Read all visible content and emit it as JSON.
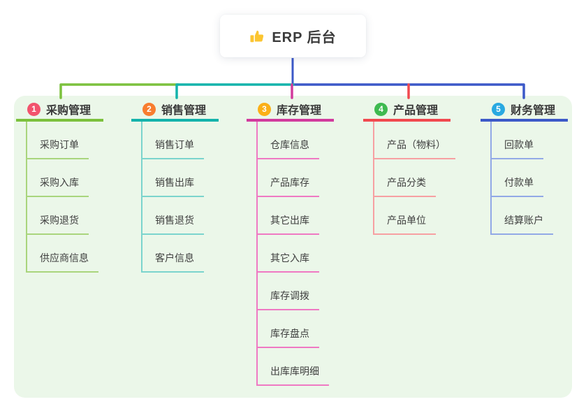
{
  "root": {
    "label": "ERP 后台",
    "icon": "thumbs-up-icon",
    "icon_color": "#fbc531",
    "line_color": "#3c59c8"
  },
  "panel": {
    "background": "#ebf7e9"
  },
  "branches": [
    {
      "badge": "1",
      "title": "采购管理",
      "colors": {
        "main": "#7cc13d",
        "light": "#a9d57d",
        "badge": "#f2536d"
      },
      "items": [
        "采购订单",
        "采购入库",
        "采购退货",
        "供应商信息"
      ]
    },
    {
      "badge": "2",
      "title": "销售管理",
      "colors": {
        "main": "#14b3ab",
        "light": "#7bd4cd",
        "badge": "#f87d2f"
      },
      "items": [
        "销售订单",
        "销售出库",
        "销售退货",
        "客户信息"
      ]
    },
    {
      "badge": "3",
      "title": "库存管理",
      "colors": {
        "main": "#d23b9d",
        "light": "#ef79c3",
        "badge": "#fbb017"
      },
      "items": [
        "仓库信息",
        "产品库存",
        "其它出库",
        "其它入库",
        "库存调拨",
        "库存盘点",
        "出库库明细"
      ]
    },
    {
      "badge": "4",
      "title": "产品管理",
      "colors": {
        "main": "#f1494f",
        "light": "#f7a0a2",
        "badge": "#3eba50"
      },
      "items": [
        "产品（物料）",
        "产品分类",
        "产品单位"
      ]
    },
    {
      "badge": "5",
      "title": "财务管理",
      "colors": {
        "main": "#3c59c8",
        "light": "#92a9e6",
        "badge": "#29a9e1"
      },
      "items": [
        "回款单",
        "付款单",
        "结算账户"
      ]
    }
  ]
}
